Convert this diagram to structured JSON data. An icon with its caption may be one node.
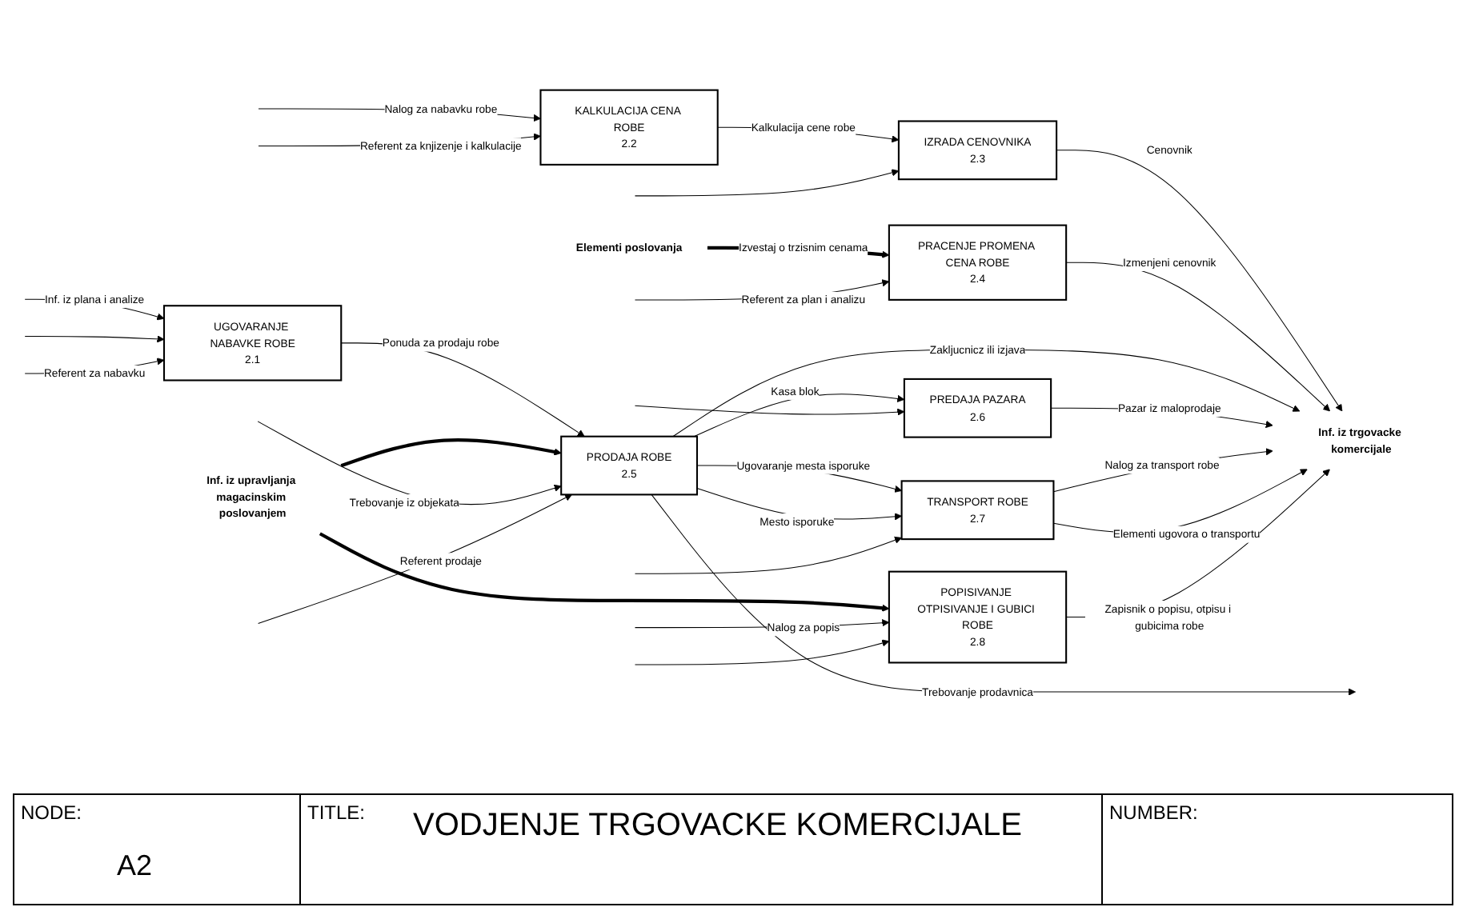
{
  "diagram": {
    "title": "VODJENJE TRGOVACKE KOMERCIJALE",
    "nodes": [
      {
        "text": [
          "UGOVARANJE NABAVKE ROBE",
          "2.1"
        ]
      },
      {
        "text": [
          "KALKULACIJA CENA ROBE",
          "2.2"
        ]
      },
      {
        "text": [
          "IZRADA CENOVNIKA",
          "2.3"
        ]
      },
      {
        "text": [
          "PRACENJE PROMENA CENA ROBE",
          "2.4"
        ]
      },
      {
        "text": [
          "PRODAJA ROBE",
          "2.5"
        ]
      },
      {
        "text": [
          "PREDAJA PAZARA",
          "2.6"
        ]
      },
      {
        "text": [
          "TRANSPORT ROBE",
          "2.7"
        ]
      },
      {
        "text": [
          "POPISIVANJE OTPISIVANJE I GUBICI ROBE",
          "2.8"
        ]
      },
      {
        "text": [
          "Elementi poslovanja"
        ]
      },
      {
        "text": [
          "Inf. iz upravljanja magacinskim poslovanjem"
        ]
      },
      {
        "text": [
          "Inf. iz trgovacke komercijale"
        ]
      }
    ],
    "edges": [
      {
        "from": null,
        "to": 0,
        "arrow": "to",
        "label": "Inf. iz plana i analize"
      },
      {
        "from": null,
        "to": 1,
        "arrow": "to",
        "label": "Nalog za nabavku robe"
      },
      {
        "from": null,
        "to": 0,
        "arrow": "to"
      },
      {
        "from": 0,
        "to": 4,
        "arrow": "to",
        "label": "Ponuda za prodaju robe"
      },
      {
        "from": 1,
        "to": 2,
        "arrow": "to",
        "label": "Kalkulacija cene robe"
      },
      {
        "from": 2,
        "to": 10,
        "arrow": "to",
        "label": "Cenovnik"
      },
      {
        "from": 3,
        "to": 10,
        "arrow": "to",
        "label": "Izmenjeni cenovnik"
      },
      {
        "from": 4,
        "to": 10,
        "arrow": "to",
        "label": "Zakljucnicz ili izjava"
      },
      {
        "from": 5,
        "to": 10,
        "arrow": "to",
        "label": "Pazar iz maloprodaje"
      },
      {
        "from": 6,
        "to": 10,
        "arrow": "to",
        "label": "Nalog za transport robe"
      },
      {
        "from": 6,
        "to": 10,
        "arrow": "to",
        "label": "Elementi ugovora o transportu"
      },
      {
        "from": 7,
        "to": 10,
        "arrow": "to",
        "label": "Zapisnik o popisu, otpisu i gubicima robe"
      },
      {
        "from": 8,
        "to": 3,
        "arrow": "to",
        "label": "Izvestaj o trzisnim cenama",
        "style": "thick"
      },
      {
        "from": 9,
        "to": 4,
        "arrow": "to",
        "style": "thick"
      },
      {
        "from": 9,
        "to": 7,
        "arrow": "to",
        "style": "thick"
      },
      {
        "from": null,
        "to": 4,
        "arrow": "to",
        "label": "Trebovanje iz objekata"
      },
      {
        "from": 4,
        "to": null,
        "arrow": "to",
        "label": "Trebovanje prodavnica"
      },
      {
        "from": 4,
        "to": 5,
        "arrow": "to",
        "label": "Kasa blok"
      },
      {
        "from": 4,
        "to": 6,
        "arrow": "to",
        "label": "Ugovaranje mesta isporuke"
      },
      {
        "from": 4,
        "to": 6,
        "arrow": "to",
        "label": "Mesto isporuke"
      },
      {
        "from": null,
        "to": 7,
        "arrow": "to",
        "label": "Nalog za popis"
      },
      {
        "from": null,
        "to": 0,
        "arrow": "to",
        "label": "Referent za nabavku"
      },
      {
        "from": null,
        "to": 7,
        "arrow": "to"
      },
      {
        "from": null,
        "to": 1,
        "arrow": "to",
        "label": "Referent za knjizenje i kalkulacije"
      },
      {
        "from": null,
        "to": 2,
        "arrow": "to"
      },
      {
        "from": null,
        "to": 3,
        "arrow": "to",
        "label": "Referent za plan i analizu"
      },
      {
        "from": null,
        "to": 4,
        "arrow": "to",
        "label": "Referent prodaje"
      },
      {
        "from": null,
        "to": 5,
        "arrow": "to"
      },
      {
        "from": null,
        "to": 6,
        "arrow": "to"
      }
    ],
    "labels": [
      "NODE:",
      "A2",
      "TITLE:",
      "NUMBER:"
    ]
  }
}
